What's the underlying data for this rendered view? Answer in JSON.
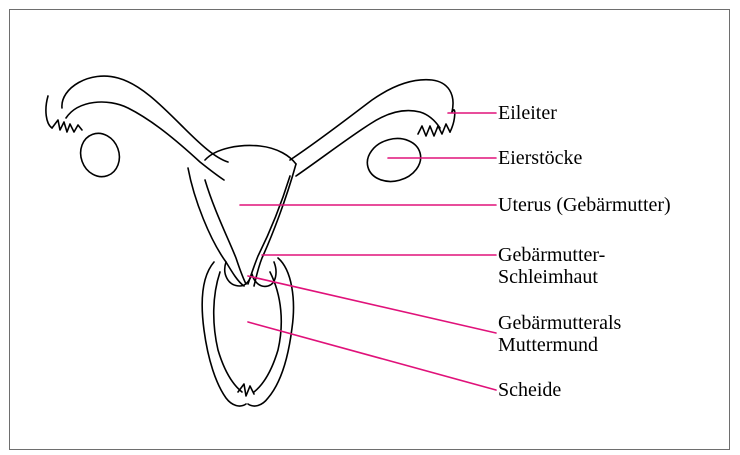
{
  "diagram": {
    "labels": [
      {
        "name": "eileiter",
        "lines": [
          "Eileiter"
        ]
      },
      {
        "name": "eierstoecke",
        "lines": [
          "Eierstöcke"
        ]
      },
      {
        "name": "uterus",
        "lines": [
          "Uterus (Gebärmutter)"
        ]
      },
      {
        "name": "schleimhaut",
        "lines": [
          "Gebärmutter-",
          "Schleimhaut"
        ]
      },
      {
        "name": "muttermund",
        "lines": [
          "Gebärmutterals",
          "Muttermund"
        ]
      },
      {
        "name": "scheide",
        "lines": [
          "Scheide"
        ]
      }
    ],
    "colors": {
      "leader_line": "#e0127a",
      "outline": "#000000",
      "frame": "#6e6e6e"
    }
  }
}
